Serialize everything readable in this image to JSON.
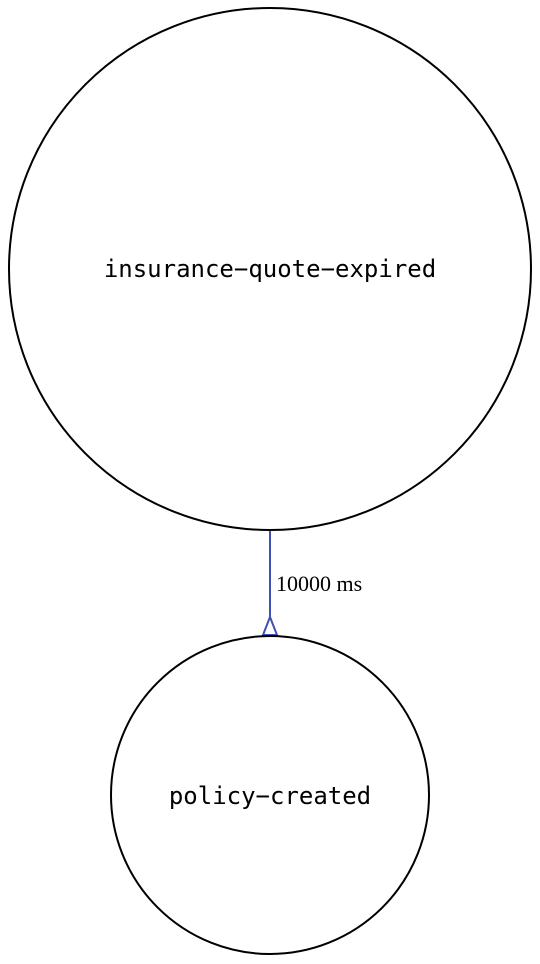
{
  "diagram": {
    "nodes": [
      {
        "id": "insurance-quote-expired",
        "label": "insurance−quote−expired"
      },
      {
        "id": "policy-created",
        "label": "policy−created"
      }
    ],
    "edges": [
      {
        "from": "insurance-quote-expired",
        "to": "policy-created",
        "label": "10000 ms",
        "color": "#3f51b5",
        "arrowhead": "open-diamond-half"
      }
    ]
  }
}
